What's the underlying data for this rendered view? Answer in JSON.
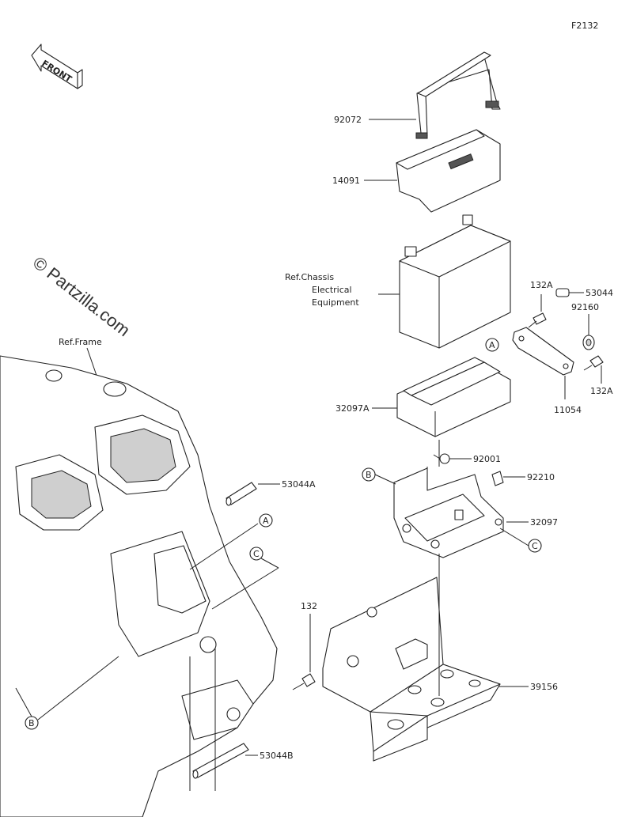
{
  "figure_code": "F2132",
  "front_arrow_label": "FRONT",
  "watermark": "© Partzilla.com",
  "labels": {
    "p92072": "92072",
    "p14091": "14091",
    "ref_chassis_1": "Ref.Chassis",
    "ref_chassis_2": "Electrical",
    "ref_chassis_3": "Equipment",
    "p132A_top": "132A",
    "p53044_top": "53044",
    "p92160": "92160",
    "p32097A": "32097A",
    "p11054": "11054",
    "p132A_right": "132A",
    "ref_frame": "Ref.Frame",
    "p92001": "92001",
    "p92210": "92210",
    "p32097": "32097",
    "p53044A": "53044A",
    "p132": "132",
    "p39156": "39156",
    "p53044B": "53044B"
  },
  "callouts": {
    "a1": "A",
    "a2": "A",
    "b1": "B",
    "b2": "B",
    "c1": "C",
    "c2": "C"
  }
}
